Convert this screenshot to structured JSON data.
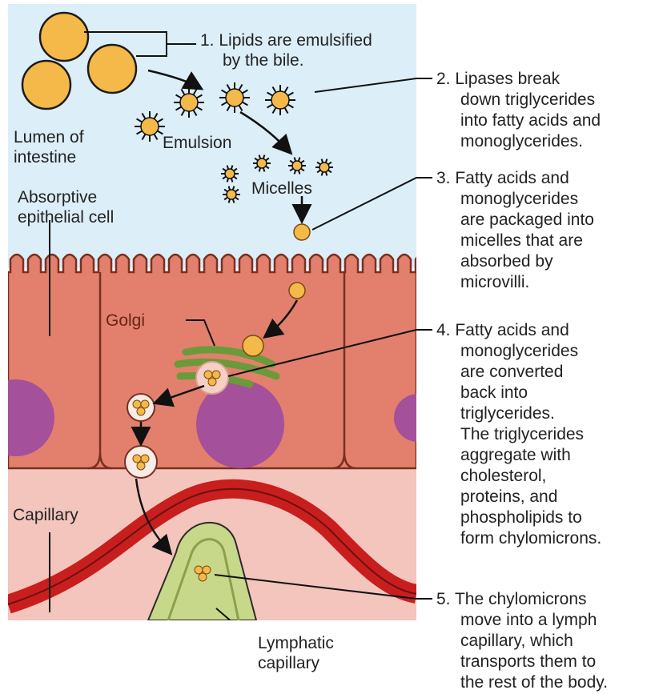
{
  "colors": {
    "lumen": "#dceef8",
    "cell": "#e2806d",
    "cell_border": "#7a2f22",
    "capillary_zone": "#f3c5bd",
    "blood_vessel": "#c81e1e",
    "lymph": "#c8d88a",
    "golgi": "#6b9a3a",
    "lipid": "#f5b94a",
    "nucleus": "#a4509a"
  },
  "labels": {
    "lumen": [
      "Lumen of",
      "intestine"
    ],
    "cell": [
      "Absorptive",
      "epithelial cell"
    ],
    "emulsion": "Emulsion",
    "micelles": "Micelles",
    "golgi": "Golgi",
    "capillary": "Capillary",
    "lymphatic": [
      "Lymphatic",
      "capillary"
    ]
  },
  "steps": [
    {
      "lines": [
        "1. Lipids are emulsified",
        "by the bile."
      ]
    },
    {
      "lines": [
        "2. Lipases break",
        "down triglycerides",
        "into fatty acids and",
        "monoglycerides."
      ]
    },
    {
      "lines": [
        "3. Fatty acids and",
        "monoglycerides",
        "are packaged into",
        "micelles that are",
        "absorbed by",
        "microvilli."
      ]
    },
    {
      "lines": [
        "4. Fatty acids and",
        "monoglycerides",
        "are converted",
        "back into",
        "triglycerides.",
        "The triglycerides",
        "aggregate with",
        "cholesterol,",
        "proteins, and",
        "phospholipids to",
        "form chylomicrons."
      ]
    },
    {
      "lines": [
        "5. The chylomicrons",
        "move into a lymph",
        "capillary, which",
        "transports them to",
        "the rest of the body."
      ]
    }
  ]
}
